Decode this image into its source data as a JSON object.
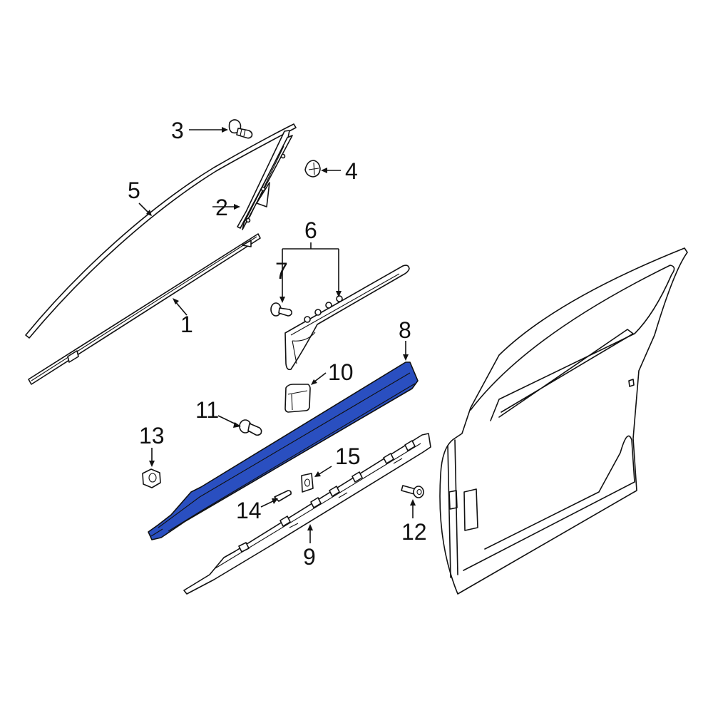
{
  "diagram": {
    "type": "exploded parts diagram",
    "highlight_color": "#2a4fc0",
    "line_color": "#111111",
    "background": "#ffffff",
    "highlighted_part": "8"
  },
  "callouts": [
    {
      "id": "c1",
      "label": "1"
    },
    {
      "id": "c2",
      "label": "2"
    },
    {
      "id": "c3",
      "label": "3"
    },
    {
      "id": "c4",
      "label": "4"
    },
    {
      "id": "c5",
      "label": "5"
    },
    {
      "id": "c6",
      "label": "6"
    },
    {
      "id": "c7",
      "label": "7"
    },
    {
      "id": "c8",
      "label": "8"
    },
    {
      "id": "c9",
      "label": "9"
    },
    {
      "id": "c10",
      "label": "10"
    },
    {
      "id": "c11",
      "label": "11"
    },
    {
      "id": "c12",
      "label": "12"
    },
    {
      "id": "c13",
      "label": "13"
    },
    {
      "id": "c14",
      "label": "14"
    },
    {
      "id": "c15",
      "label": "15"
    }
  ]
}
